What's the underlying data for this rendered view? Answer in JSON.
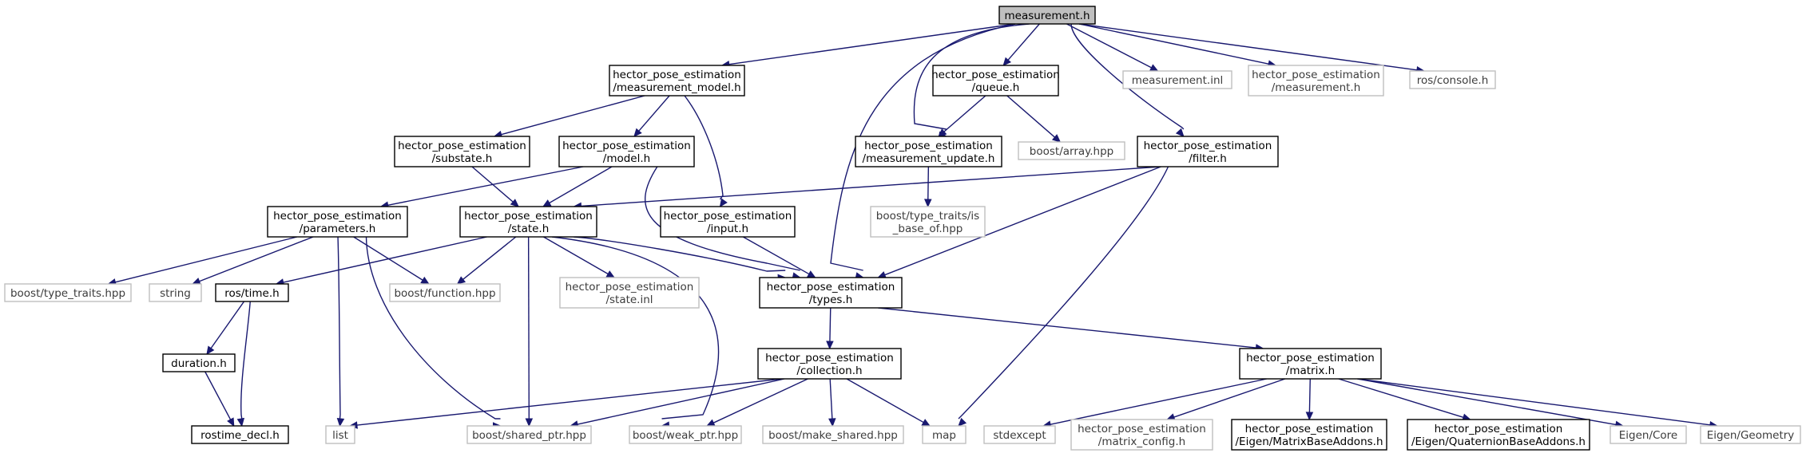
{
  "graph": {
    "nodes": [
      {
        "id": "measurement_h",
        "lines": [
          "measurement.h"
        ],
        "style": "root"
      },
      {
        "id": "measurement_model_h",
        "lines": [
          "hector_pose_estimation",
          "/measurement_model.h"
        ],
        "style": "solid"
      },
      {
        "id": "queue_h",
        "lines": [
          "hector_pose_estimation",
          "/queue.h"
        ],
        "style": "solid"
      },
      {
        "id": "measurement_inl",
        "lines": [
          "measurement.inl"
        ],
        "style": "ext"
      },
      {
        "id": "hpe_measurement_h",
        "lines": [
          "hector_pose_estimation",
          "/measurement.h"
        ],
        "style": "ext"
      },
      {
        "id": "ros_console_h",
        "lines": [
          "ros/console.h"
        ],
        "style": "ext"
      },
      {
        "id": "substate_h",
        "lines": [
          "hector_pose_estimation",
          "/substate.h"
        ],
        "style": "solid"
      },
      {
        "id": "model_h",
        "lines": [
          "hector_pose_estimation",
          "/model.h"
        ],
        "style": "solid"
      },
      {
        "id": "measurement_update_h",
        "lines": [
          "hector_pose_estimation",
          "/measurement_update.h"
        ],
        "style": "solid"
      },
      {
        "id": "boost_array_hpp",
        "lines": [
          "boost/array.hpp"
        ],
        "style": "ext"
      },
      {
        "id": "filter_h",
        "lines": [
          "hector_pose_estimation",
          "/filter.h"
        ],
        "style": "solid"
      },
      {
        "id": "parameters_h",
        "lines": [
          "hector_pose_estimation",
          "/parameters.h"
        ],
        "style": "solid"
      },
      {
        "id": "state_h",
        "lines": [
          "hector_pose_estimation",
          "/state.h"
        ],
        "style": "solid"
      },
      {
        "id": "input_h",
        "lines": [
          "hector_pose_estimation",
          "/input.h"
        ],
        "style": "solid"
      },
      {
        "id": "is_base_of_hpp",
        "lines": [
          "boost/type_traits/is",
          "_base_of.hpp"
        ],
        "style": "ext"
      },
      {
        "id": "type_traits_hpp",
        "lines": [
          "boost/type_traits.hpp"
        ],
        "style": "ext"
      },
      {
        "id": "string",
        "lines": [
          "string"
        ],
        "style": "ext"
      },
      {
        "id": "ros_time_h",
        "lines": [
          "ros/time.h"
        ],
        "style": "solid"
      },
      {
        "id": "boost_function_hpp",
        "lines": [
          "boost/function.hpp"
        ],
        "style": "ext"
      },
      {
        "id": "state_inl",
        "lines": [
          "hector_pose_estimation",
          "/state.inl"
        ],
        "style": "ext"
      },
      {
        "id": "types_h",
        "lines": [
          "hector_pose_estimation",
          "/types.h"
        ],
        "style": "solid"
      },
      {
        "id": "duration_h",
        "lines": [
          "duration.h"
        ],
        "style": "solid"
      },
      {
        "id": "collection_h",
        "lines": [
          "hector_pose_estimation",
          "/collection.h"
        ],
        "style": "solid"
      },
      {
        "id": "matrix_h",
        "lines": [
          "hector_pose_estimation",
          "/matrix.h"
        ],
        "style": "solid"
      },
      {
        "id": "rostime_decl_h",
        "lines": [
          "rostime_decl.h"
        ],
        "style": "solid"
      },
      {
        "id": "list",
        "lines": [
          "list"
        ],
        "style": "ext"
      },
      {
        "id": "shared_ptr_hpp",
        "lines": [
          "boost/shared_ptr.hpp"
        ],
        "style": "ext"
      },
      {
        "id": "weak_ptr_hpp",
        "lines": [
          "boost/weak_ptr.hpp"
        ],
        "style": "ext"
      },
      {
        "id": "make_shared_hpp",
        "lines": [
          "boost/make_shared.hpp"
        ],
        "style": "ext"
      },
      {
        "id": "map",
        "lines": [
          "map"
        ],
        "style": "ext"
      },
      {
        "id": "stdexcept",
        "lines": [
          "stdexcept"
        ],
        "style": "ext"
      },
      {
        "id": "matrix_config_h",
        "lines": [
          "hector_pose_estimation",
          "/matrix_config.h"
        ],
        "style": "ext"
      },
      {
        "id": "matrix_base_addons_h",
        "lines": [
          "hector_pose_estimation",
          "/Eigen/MatrixBaseAddons.h"
        ],
        "style": "solid"
      },
      {
        "id": "quaternion_base_addons_h",
        "lines": [
          "hector_pose_estimation",
          "/Eigen/QuaternionBaseAddons.h"
        ],
        "style": "solid"
      },
      {
        "id": "eigen_core",
        "lines": [
          "Eigen/Core"
        ],
        "style": "ext"
      },
      {
        "id": "eigen_geometry",
        "lines": [
          "Eigen/Geometry"
        ],
        "style": "ext"
      }
    ],
    "edges": [
      [
        "measurement_h",
        "measurement_model_h"
      ],
      [
        "measurement_h",
        "queue_h"
      ],
      [
        "measurement_h",
        "measurement_inl"
      ],
      [
        "measurement_h",
        "hpe_measurement_h"
      ],
      [
        "measurement_h",
        "ros_console_h"
      ],
      [
        "measurement_h",
        "measurement_update_h"
      ],
      [
        "measurement_h",
        "filter_h"
      ],
      [
        "measurement_h",
        "types_h"
      ],
      [
        "measurement_model_h",
        "substate_h"
      ],
      [
        "measurement_model_h",
        "model_h"
      ],
      [
        "measurement_model_h",
        "input_h"
      ],
      [
        "queue_h",
        "measurement_update_h"
      ],
      [
        "queue_h",
        "boost_array_hpp"
      ],
      [
        "substate_h",
        "state_h"
      ],
      [
        "model_h",
        "parameters_h"
      ],
      [
        "model_h",
        "state_h"
      ],
      [
        "model_h",
        "types_h"
      ],
      [
        "measurement_update_h",
        "is_base_of_hpp"
      ],
      [
        "filter_h",
        "state_h"
      ],
      [
        "filter_h",
        "types_h"
      ],
      [
        "filter_h",
        "map"
      ],
      [
        "parameters_h",
        "type_traits_hpp"
      ],
      [
        "parameters_h",
        "string"
      ],
      [
        "parameters_h",
        "boost_function_hpp"
      ],
      [
        "parameters_h",
        "list"
      ],
      [
        "parameters_h",
        "shared_ptr_hpp"
      ],
      [
        "state_h",
        "ros_time_h"
      ],
      [
        "state_h",
        "boost_function_hpp"
      ],
      [
        "state_h",
        "state_inl"
      ],
      [
        "state_h",
        "types_h"
      ],
      [
        "state_h",
        "shared_ptr_hpp"
      ],
      [
        "state_h",
        "weak_ptr_hpp"
      ],
      [
        "input_h",
        "types_h"
      ],
      [
        "ros_time_h",
        "duration_h"
      ],
      [
        "ros_time_h",
        "rostime_decl_h"
      ],
      [
        "duration_h",
        "rostime_decl_h"
      ],
      [
        "types_h",
        "collection_h"
      ],
      [
        "types_h",
        "matrix_h"
      ],
      [
        "collection_h",
        "list"
      ],
      [
        "collection_h",
        "shared_ptr_hpp"
      ],
      [
        "collection_h",
        "weak_ptr_hpp"
      ],
      [
        "collection_h",
        "make_shared_hpp"
      ],
      [
        "collection_h",
        "map"
      ],
      [
        "matrix_h",
        "stdexcept"
      ],
      [
        "matrix_h",
        "matrix_config_h"
      ],
      [
        "matrix_h",
        "matrix_base_addons_h"
      ],
      [
        "matrix_h",
        "quaternion_base_addons_h"
      ],
      [
        "matrix_h",
        "eigen_core"
      ],
      [
        "matrix_h",
        "eigen_geometry"
      ]
    ]
  }
}
